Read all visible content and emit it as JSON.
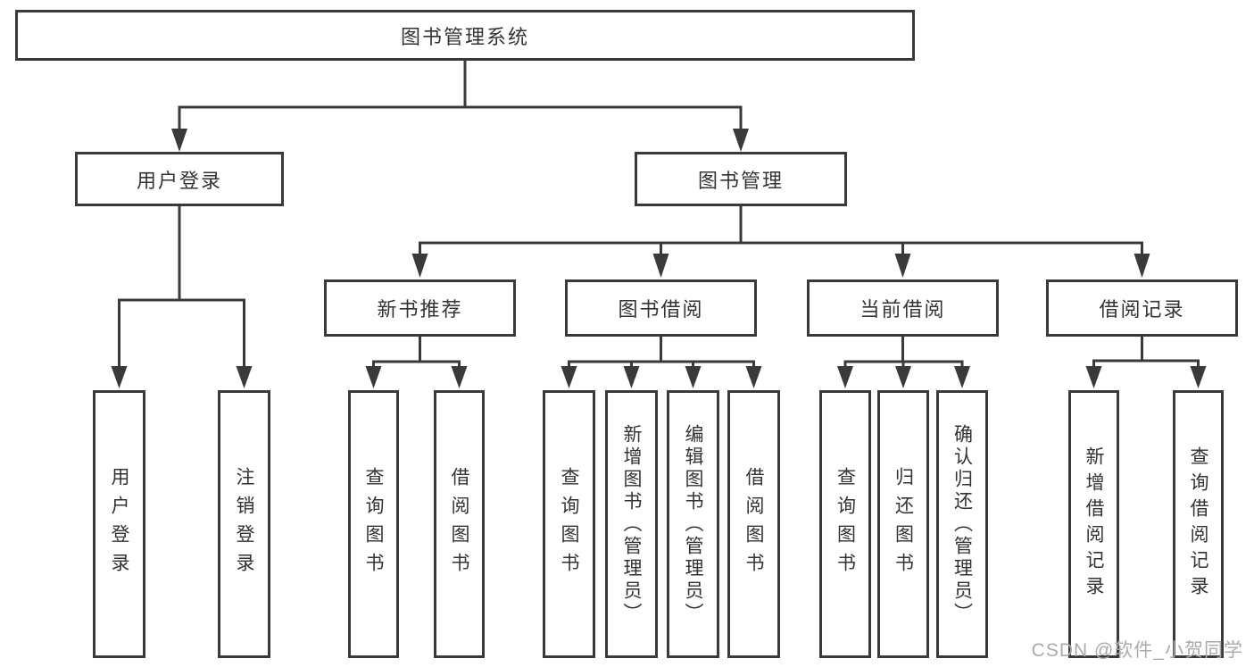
{
  "diagram": {
    "title": "图书管理系统",
    "root": {
      "label": "图书管理系统"
    },
    "level2": [
      {
        "label": "用户登录"
      },
      {
        "label": "图书管理"
      }
    ],
    "level3": [
      {
        "label": "新书推荐"
      },
      {
        "label": "图书借阅"
      },
      {
        "label": "当前借阅"
      },
      {
        "label": "借阅记录"
      }
    ],
    "groups": [
      {
        "parent": "用户登录",
        "children": [
          "用户登录",
          "注销登录"
        ]
      },
      {
        "parent": "新书推荐",
        "children": [
          "查询图书",
          "借阅图书"
        ]
      },
      {
        "parent": "图书借阅",
        "children": [
          "查询图书",
          "新增图书（管理员）",
          "编辑图书（管理员）",
          "借阅图书"
        ]
      },
      {
        "parent": "当前借阅",
        "children": [
          "查询图书",
          "归还图书",
          "确认归还（管理员）"
        ]
      },
      {
        "parent": "借阅记录",
        "children": [
          "新增借阅记录",
          "查询借阅记录"
        ]
      }
    ]
  },
  "watermark": {
    "text": "CSDN @软件_小贺同学",
    "color": "#ababab"
  },
  "colors": {
    "line": "#3a3a3a",
    "box_border": "#3a3a3a",
    "box_fill": "#ffffff",
    "text": "#333333",
    "background": "#ffffff"
  }
}
